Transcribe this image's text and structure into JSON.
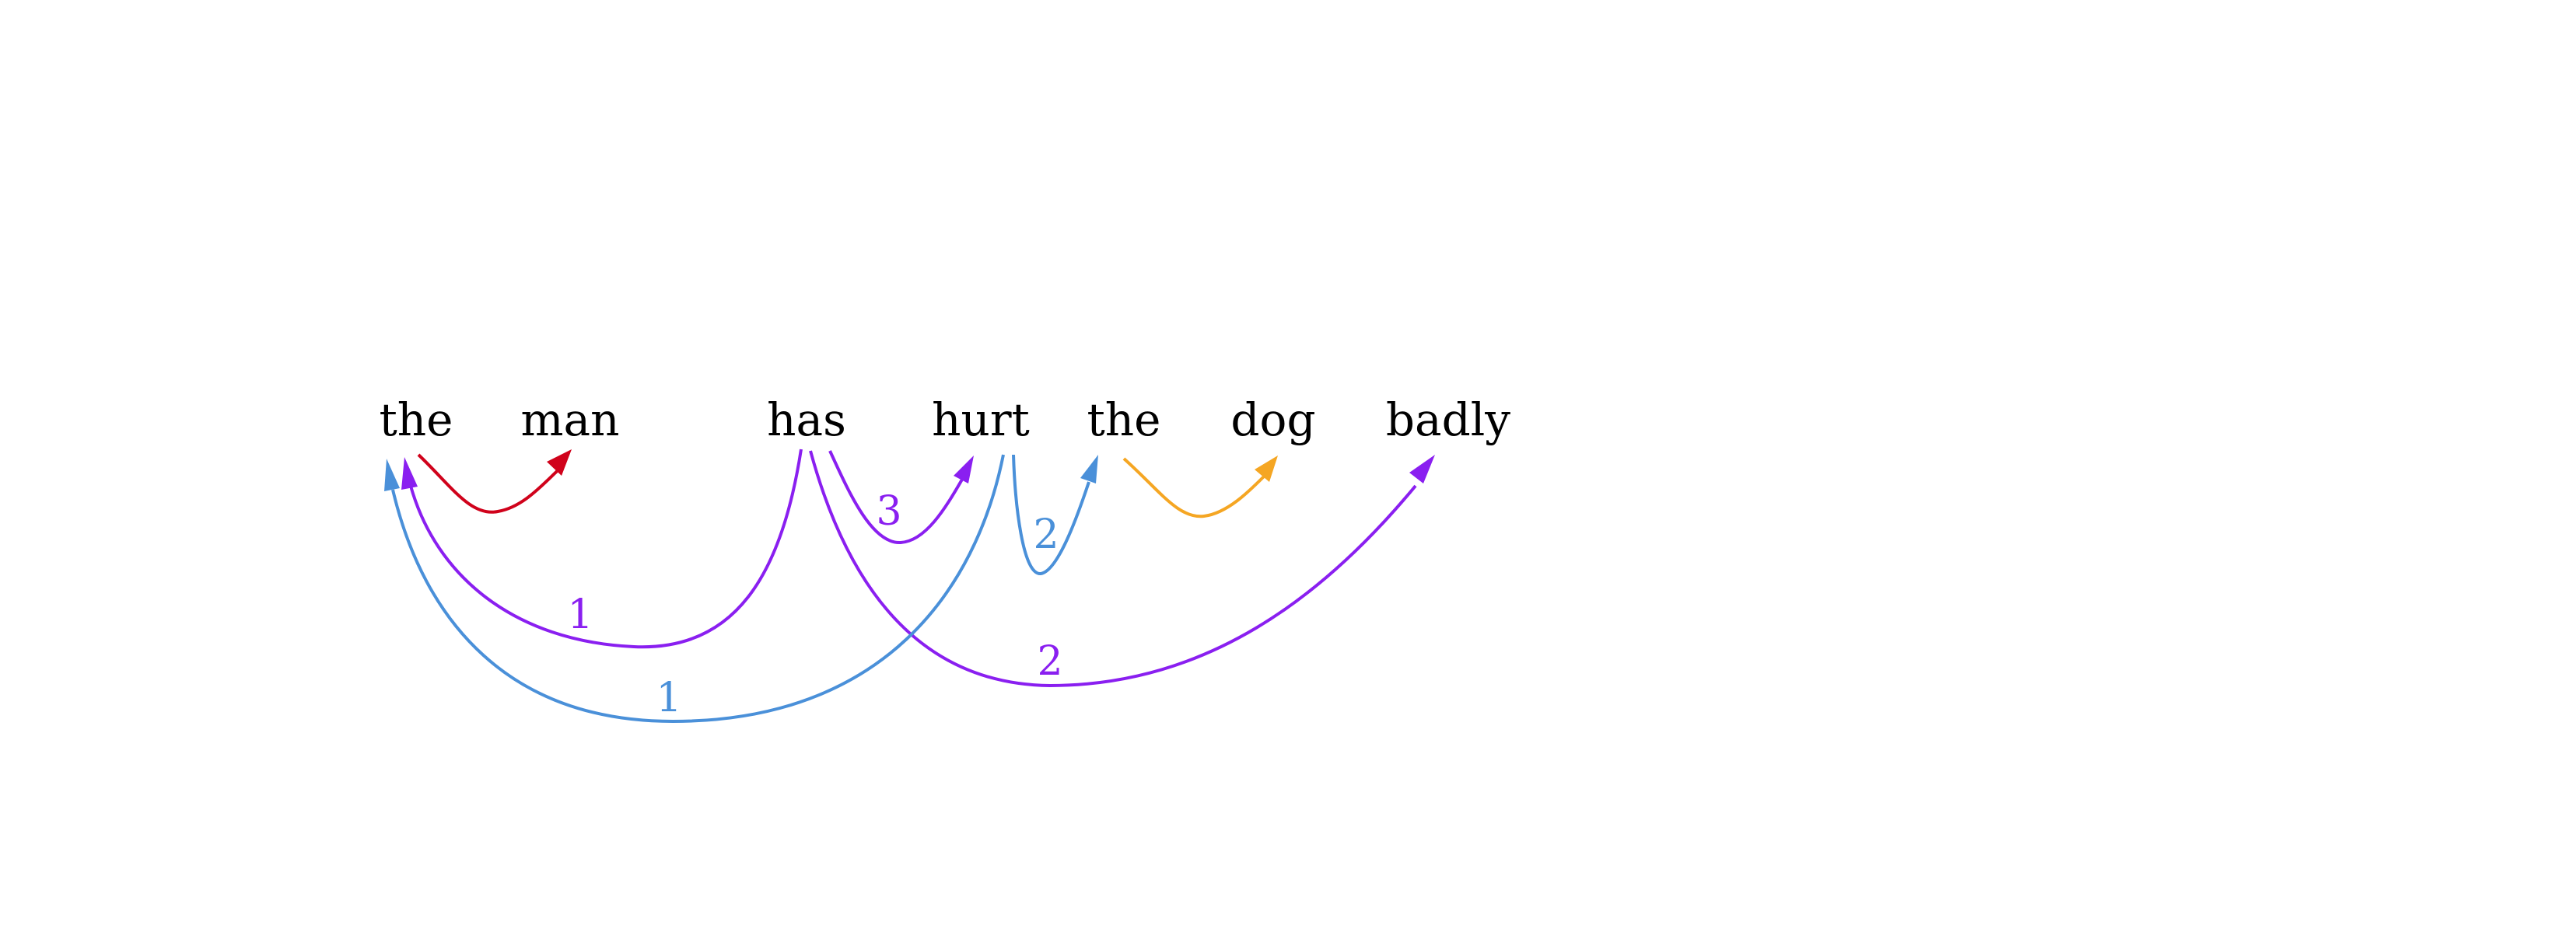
{
  "words": [
    "the",
    "man",
    "has",
    "hurt",
    "the",
    "dog",
    "badly"
  ],
  "colors": {
    "red": "#d0021b",
    "purple": "#8a1ff0",
    "blue": "#4a90d9",
    "orange": "#f5a623"
  },
  "arcs": [
    {
      "from": "the",
      "to": "man",
      "color": "red",
      "label": ""
    },
    {
      "from": "has",
      "to": "the",
      "color": "purple",
      "label": "1"
    },
    {
      "from": "has",
      "to": "hurt",
      "color": "purple",
      "label": "3"
    },
    {
      "from": "has",
      "to": "badly",
      "color": "purple",
      "label": "2"
    },
    {
      "from": "hurt",
      "to": "the",
      "color": "blue",
      "label": "1"
    },
    {
      "from": "hurt",
      "to": "the",
      "color": "blue",
      "label": "2"
    },
    {
      "from": "the",
      "to": "dog",
      "color": "orange",
      "label": ""
    }
  ]
}
